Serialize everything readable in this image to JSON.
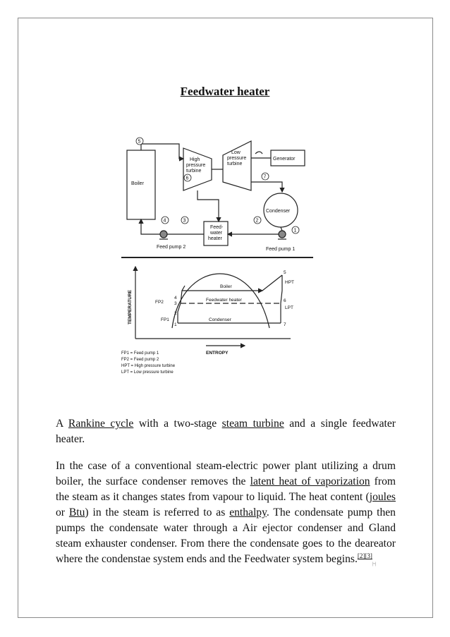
{
  "page": {
    "title": "Feedwater heater"
  },
  "figure": {
    "components": {
      "boiler": "Boiler",
      "hp_turbine": [
        "High",
        "pressure",
        "turbine"
      ],
      "lp_turbine": [
        "Low",
        "pressure",
        "turbine"
      ],
      "generator": "Generator",
      "condenser": "Condenser",
      "feedwater_heater": [
        "Feed-",
        "water",
        "heater"
      ],
      "feed_pump_1": "Feed pump 1",
      "feed_pump_2": "Feed pump 2"
    },
    "points": [
      "1",
      "2",
      "3",
      "4",
      "5",
      "6",
      "7"
    ],
    "ts": {
      "y_axis": "TEMPERATURE",
      "x_axis": "ENTROPY",
      "boiler": "Boiler",
      "feedwater_heater": "Feedwater heater",
      "condenser": "Condenser",
      "fp1": "FP1",
      "fp2": "FP2",
      "hpt": "HPT",
      "lpt": "LPT"
    },
    "legend": [
      "FP1 = Feed pump 1",
      "FP2 = Feed pump 2",
      "HPT = High pressure turbine",
      "LPT = Low pressure turbine"
    ]
  },
  "caption": {
    "t1": "A ",
    "l1": "Rankine cycle",
    "t2": " with a two-stage ",
    "l2": "steam turbine",
    "t3": " and a single feedwater heater."
  },
  "body": {
    "t1": "In the case of a conventional steam-electric power plant utilizing a drum boiler, the surface condenser removes the ",
    "l1": "latent heat of vaporization",
    "t2": " from the steam as it changes states from vapour to liquid. The heat content (",
    "l2": "joules",
    "t3": " or ",
    "l3": "Btu",
    "t4": ") in the steam is referred to as ",
    "l4": "enthalpy",
    "t5": ". The condensate pump then pumps the condensate water through a Air ejector condenser and Gland steam exhauster condenser. From there the condensate goes to the deareator where the condenstae system ends and the Feedwater system begins.",
    "ref1": "[2]",
    "ref2": "[3]",
    "tiny": "|~|"
  }
}
